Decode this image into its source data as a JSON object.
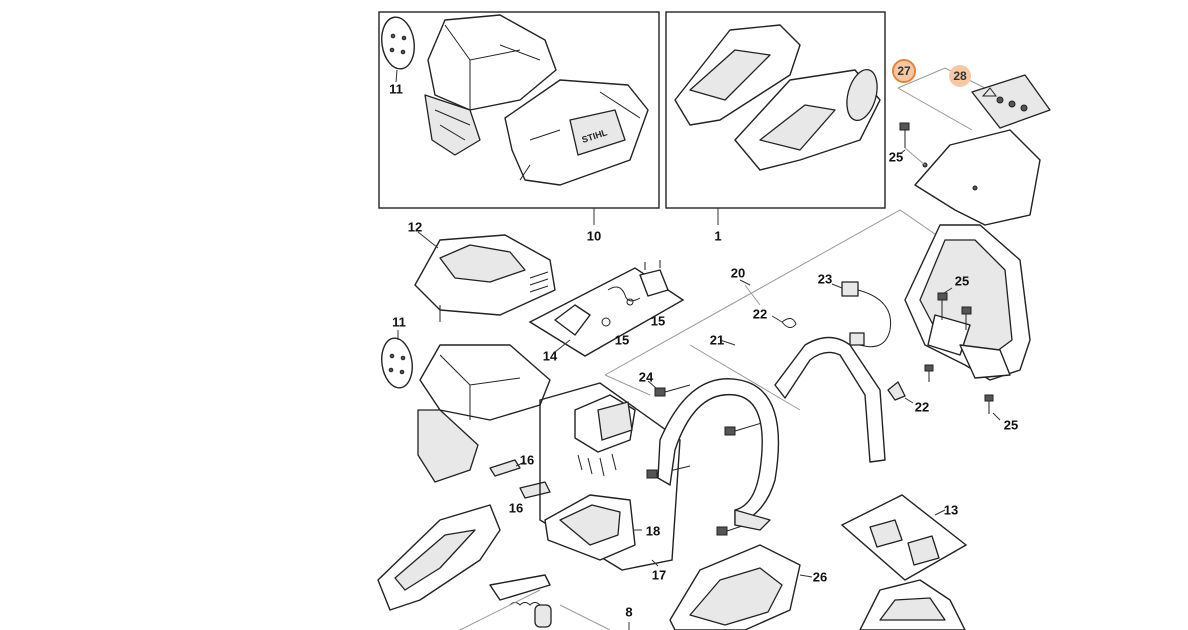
{
  "callouts": [
    {
      "id": "c11a",
      "label": "11"
    },
    {
      "id": "c10",
      "label": "10"
    },
    {
      "id": "c1",
      "label": "1"
    },
    {
      "id": "c12",
      "label": "12"
    },
    {
      "id": "c11b",
      "label": "11"
    },
    {
      "id": "c14",
      "label": "14"
    },
    {
      "id": "c15a",
      "label": "15"
    },
    {
      "id": "c15b",
      "label": "15"
    },
    {
      "id": "c16a",
      "label": "16"
    },
    {
      "id": "c16b",
      "label": "16"
    },
    {
      "id": "c17",
      "label": "17"
    },
    {
      "id": "c18",
      "label": "18"
    },
    {
      "id": "c20",
      "label": "20"
    },
    {
      "id": "c21",
      "label": "21"
    },
    {
      "id": "c22a",
      "label": "22"
    },
    {
      "id": "c22b",
      "label": "22"
    },
    {
      "id": "c23",
      "label": "23"
    },
    {
      "id": "c24",
      "label": "24"
    },
    {
      "id": "c25a",
      "label": "25"
    },
    {
      "id": "c25b",
      "label": "25"
    },
    {
      "id": "c25c",
      "label": "25"
    },
    {
      "id": "c26",
      "label": "26"
    },
    {
      "id": "c13",
      "label": "13"
    },
    {
      "id": "c8",
      "label": "8"
    }
  ],
  "highlighted": [
    {
      "id": "h27",
      "label": "27",
      "state": "selected"
    },
    {
      "id": "h28",
      "label": "28",
      "state": "related"
    }
  ],
  "brand_mark": "STIHL",
  "colors": {
    "highlight_fill": "#f6c9a6",
    "highlight_ring": "#e8823a",
    "line": "#222222"
  }
}
